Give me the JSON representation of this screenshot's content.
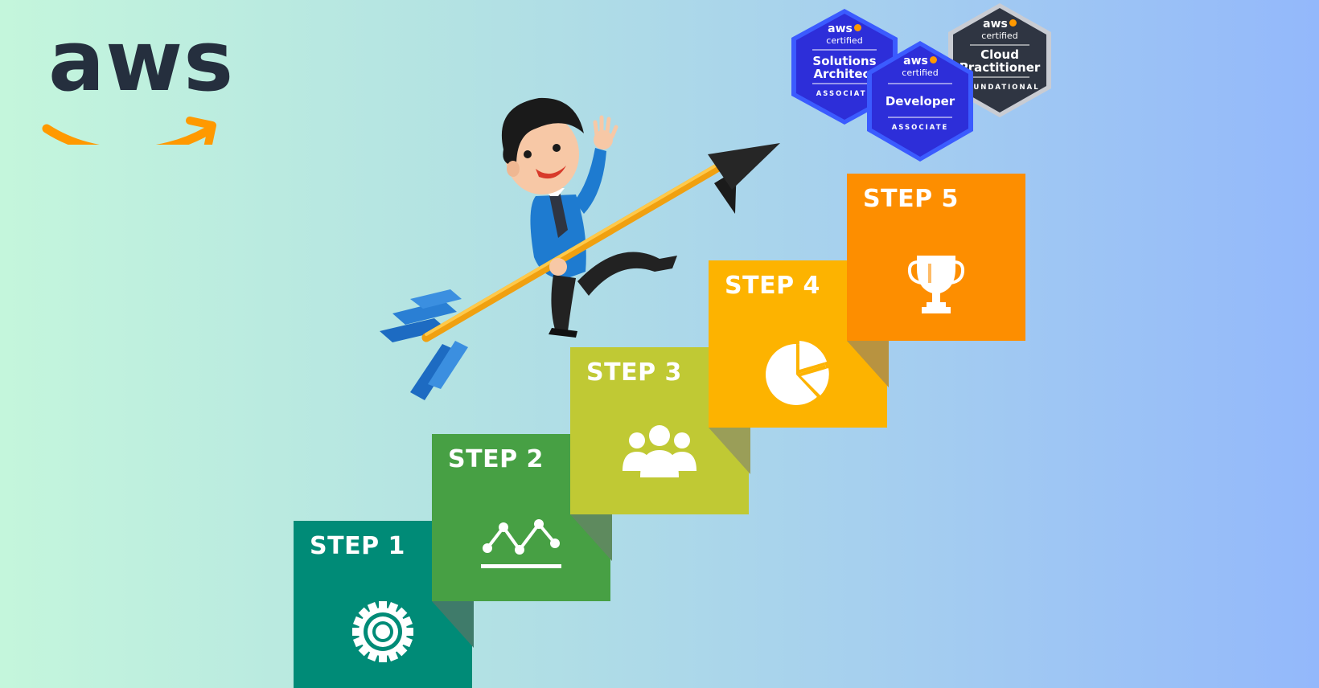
{
  "logo": {
    "text": "aws",
    "text_color": "#252f3e",
    "smile_color": "#ff9900"
  },
  "steps": [
    {
      "label": "STEP 1",
      "icon": "gear-icon",
      "color": "#008b77"
    },
    {
      "label": "STEP 2",
      "icon": "line-chart-icon",
      "color": "#47a044"
    },
    {
      "label": "STEP 3",
      "icon": "team-icon",
      "color": "#c0c934"
    },
    {
      "label": "STEP 4",
      "icon": "pie-chart-icon",
      "color": "#fdb300"
    },
    {
      "label": "STEP 5",
      "icon": "trophy-icon",
      "color": "#fd8e00"
    }
  ],
  "badges": [
    {
      "brand": "aws",
      "certified": "certified",
      "title_line1": "Solutions",
      "title_line2": "Architect",
      "level": "ASSOCIATE",
      "color": "#2d2ed9"
    },
    {
      "brand": "aws",
      "certified": "certified",
      "title_line1": "Cloud",
      "title_line2": "Practitioner",
      "level": "FOUNDATIONAL",
      "color": "#2f3542"
    },
    {
      "brand": "aws",
      "certified": "certified",
      "title_line1": "Developer",
      "title_line2": "",
      "level": "ASSOCIATE",
      "color": "#2d2ed9"
    }
  ],
  "illustration": {
    "figure": "businessman-riding-arrow",
    "arrow_color": "#ffb020",
    "suit_color": "#1e7bd0"
  }
}
